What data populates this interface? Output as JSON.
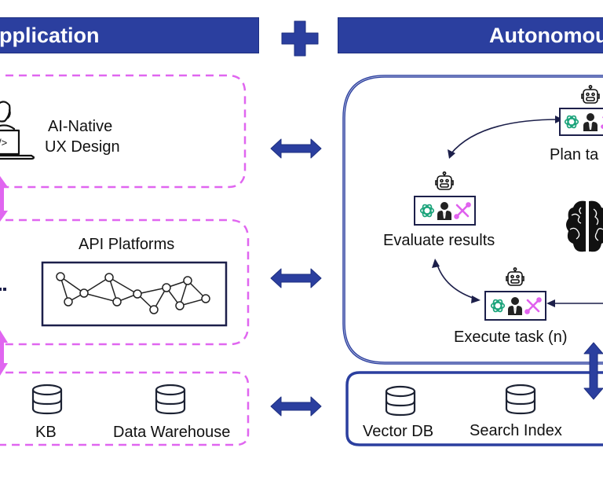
{
  "header": {
    "left_title": "pplication",
    "right_title": "Autonomou"
  },
  "left_panel": {
    "ux": {
      "label_line1": "AI-Native",
      "label_line2": "UX Design",
      "icon": "developer-laptop-icon"
    },
    "api": {
      "label": "API Platforms",
      "icon": "network-graph-icon"
    },
    "data": {
      "items": [
        {
          "label": "KB",
          "icon": "database-icon"
        },
        {
          "label": "Data Warehouse",
          "icon": "database-icon"
        }
      ]
    },
    "ellipsis": "..."
  },
  "right_panel": {
    "steps": [
      {
        "label": "Plan ta",
        "icons": [
          "robot-icon",
          "openai-icon",
          "agent-person-icon",
          "tools-icon"
        ]
      },
      {
        "label": "Evaluate results",
        "icons": [
          "robot-icon",
          "openai-icon",
          "agent-person-icon",
          "tools-icon"
        ]
      },
      {
        "label": "Execute task (n)",
        "icons": [
          "robot-icon",
          "openai-icon",
          "agent-person-icon",
          "tools-icon"
        ]
      }
    ],
    "brain_icon": "brain-icon",
    "stores": [
      {
        "label": "Vector DB",
        "icon": "database-icon"
      },
      {
        "label": "Search Index",
        "icon": "database-icon"
      }
    ]
  },
  "colors": {
    "brand_blue": "#2b3f9f",
    "dashed_magenta": "#e066f0",
    "openai_green": "#1aa37a",
    "tools_magenta": "#e060ee",
    "dark_navy": "#1c1f4a"
  }
}
